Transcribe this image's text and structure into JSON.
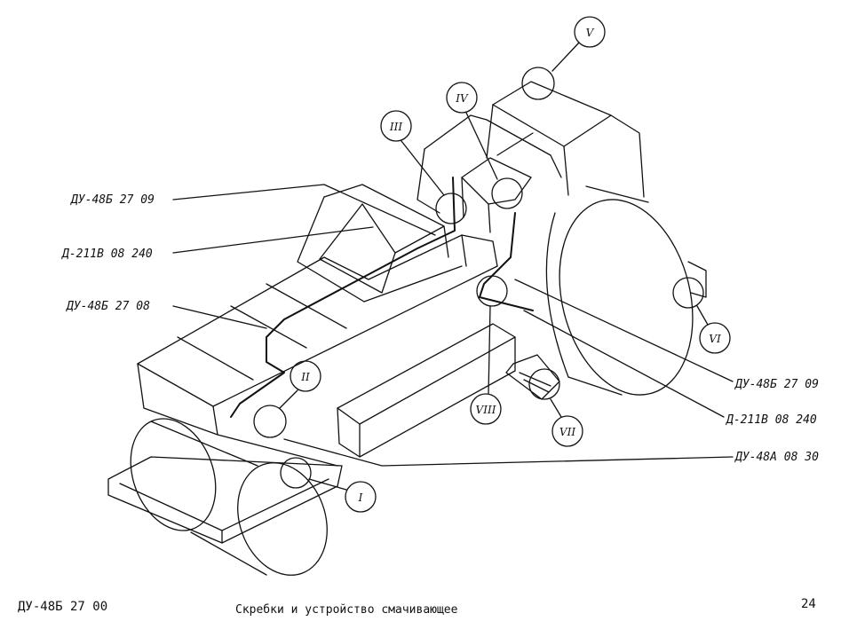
{
  "callouts": {
    "du48b2709_a": "ДУ-48Б 27 09",
    "d211v08240_a": "Д-211В 08 240",
    "du48b2708": "ДУ-48Б 27 08",
    "du48b2709_b": "ДУ-48Б 27 09",
    "d211v08240_b": "Д-211В 08 240",
    "du48a0830": "ДУ-48А 08 30"
  },
  "views": {
    "v1": "I",
    "v2": "II",
    "v3": "III",
    "v4": "IV",
    "v5": "V",
    "v6": "VI",
    "v7": "VII",
    "v8": "VIII"
  },
  "footer": {
    "code": "ДУ-48Б 27 00",
    "title": "Скребки и  устройство смачивающее",
    "page": "24"
  }
}
